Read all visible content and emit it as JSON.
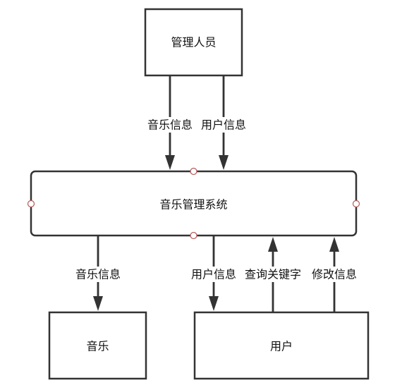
{
  "nodes": {
    "admin": {
      "label": "管理人员"
    },
    "system": {
      "label": "音乐管理系统"
    },
    "music": {
      "label": "音乐"
    },
    "user": {
      "label": "用户"
    }
  },
  "edges": {
    "admin_music_info": {
      "label": "音乐信息",
      "from": "管理人员",
      "to": "音乐管理系统"
    },
    "admin_user_info": {
      "label": "用户信息",
      "from": "管理人员",
      "to": "音乐管理系统"
    },
    "system_music_info": {
      "label": "音乐信息",
      "from": "音乐管理系统",
      "to": "音乐"
    },
    "system_user_info": {
      "label": "用户信息",
      "from": "音乐管理系统",
      "to": "用户"
    },
    "user_query_keyword": {
      "label": "查询关键字",
      "from": "用户",
      "to": "音乐管理系统"
    },
    "user_modify_info": {
      "label": "修改信息",
      "from": "用户",
      "to": "音乐管理系统"
    }
  },
  "colors": {
    "stroke": "#333333",
    "handle": "#b55a5a",
    "background": "#ffffff"
  }
}
